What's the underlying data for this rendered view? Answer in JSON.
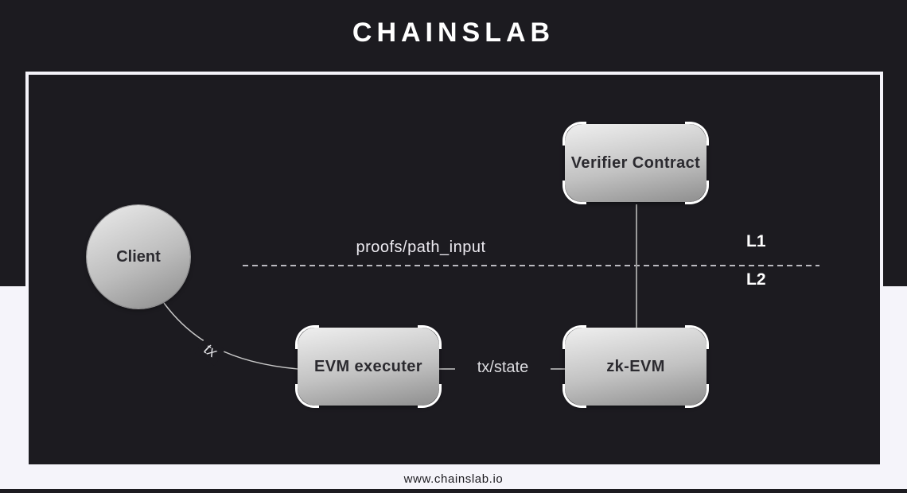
{
  "logo": {
    "text": "CHAINSLAB"
  },
  "diagram": {
    "nodes": {
      "client": {
        "label": "Client"
      },
      "verifier": {
        "label": "Verifier Contract"
      },
      "evm_executer": {
        "label": "EVM executer"
      },
      "zk_evm": {
        "label": "zk-EVM"
      }
    },
    "edges": {
      "client_to_evm": {
        "label": "tx"
      },
      "evm_to_zkevm": {
        "label": "tx/state"
      },
      "zkevm_to_verifier": {
        "label": "proofs/path_input"
      }
    },
    "layers": {
      "l1": "L1",
      "l2": "L2"
    }
  },
  "footer": {
    "url": "www.chainslab.io"
  },
  "colors": {
    "background_dark": "#1C1B20",
    "background_light": "#F5F4FA",
    "node_gradient_start": "#EFEFEF",
    "node_gradient_end": "#8E8E8E",
    "node_text": "#2B2A2F",
    "connector_line": "#9B9B9B",
    "dashed_line": "#F0EFF5",
    "label_text": "#ECEAF0",
    "corner_accent": "#FFFFFF"
  }
}
